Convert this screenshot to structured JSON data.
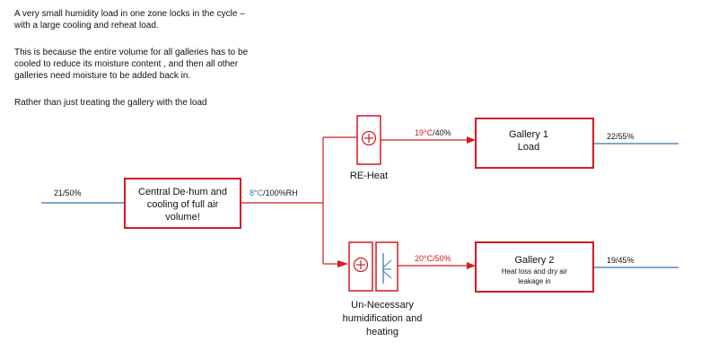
{
  "intro": {
    "paragraph1_line1": "A very small humidity load in one zone locks in the cycle –",
    "paragraph1_line2": "with a large cooling and reheat load.",
    "paragraph2_line1": "This is because the entire volume for all galleries has to be",
    "paragraph2_line2": "cooled to reduce its moisture content , and then all other",
    "paragraph2_line3": "galleries need moisture to be added back in.",
    "paragraph3": "Rather than just treating the gallery with the load"
  },
  "central_unit": {
    "line1": "Central De-hum and",
    "line2": "cooling of full air",
    "line3": "volume!"
  },
  "inlet_label": "21/50%",
  "supply_label": {
    "temp": "8°C",
    "rest": "/100%RH"
  },
  "reheat": {
    "label_temp": "19°C",
    "label_rh": "/40%",
    "caption": "RE-Heat"
  },
  "gallery1": {
    "title": "Gallery 1",
    "subtitle": "Load",
    "exhaust_label": "22/55%"
  },
  "humidifier": {
    "label": "20°C/50%",
    "caption_line1": "Un-Necessary",
    "caption_line2": "humidification and",
    "caption_line3": "heating"
  },
  "gallery2": {
    "title": "Gallery 2",
    "note_line1": "Heat loss and dry air",
    "note_line2": "leakage in",
    "exhaust_label": "19/45%"
  },
  "colors": {
    "duct": "#d71920",
    "air_line": "#2e75b6",
    "people": "#1f3a93"
  }
}
